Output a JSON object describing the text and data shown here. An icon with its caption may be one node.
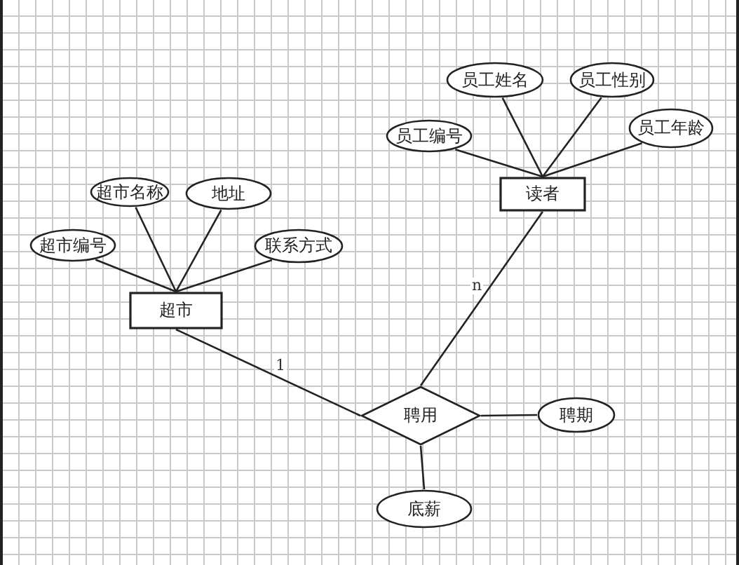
{
  "diagram": {
    "nodes": [
      {
        "text": [
          "员工姓名"
        ]
      },
      {
        "text": [
          "员工性别"
        ]
      },
      {
        "text": [
          "员工编号"
        ]
      },
      {
        "text": [
          "员工年龄"
        ]
      },
      {
        "text": [
          "读者"
        ]
      },
      {
        "text": [
          "超市名称"
        ]
      },
      {
        "text": [
          "地址"
        ]
      },
      {
        "text": [
          "超市编号"
        ]
      },
      {
        "text": [
          "联系方式"
        ]
      },
      {
        "text": [
          "超市"
        ]
      },
      {
        "text": [
          "聘用"
        ]
      },
      {
        "text": [
          "聘期"
        ]
      },
      {
        "text": [
          "底薪"
        ]
      }
    ],
    "edges": [
      {
        "from": 0,
        "to": 4,
        "arrow": "none"
      },
      {
        "from": 1,
        "to": 4,
        "arrow": "none"
      },
      {
        "from": 2,
        "to": 4,
        "arrow": "none"
      },
      {
        "from": 3,
        "to": 4,
        "arrow": "none"
      },
      {
        "from": 5,
        "to": 9,
        "arrow": "none"
      },
      {
        "from": 6,
        "to": 9,
        "arrow": "none"
      },
      {
        "from": 7,
        "to": 9,
        "arrow": "none"
      },
      {
        "from": 8,
        "to": 9,
        "arrow": "none"
      },
      {
        "from": 9,
        "to": 10,
        "arrow": "none",
        "label": "1"
      },
      {
        "from": 4,
        "to": 10,
        "arrow": "none",
        "label": "n"
      },
      {
        "from": 10,
        "to": 11,
        "arrow": "none"
      },
      {
        "from": 10,
        "to": 12,
        "arrow": "none"
      }
    ]
  }
}
